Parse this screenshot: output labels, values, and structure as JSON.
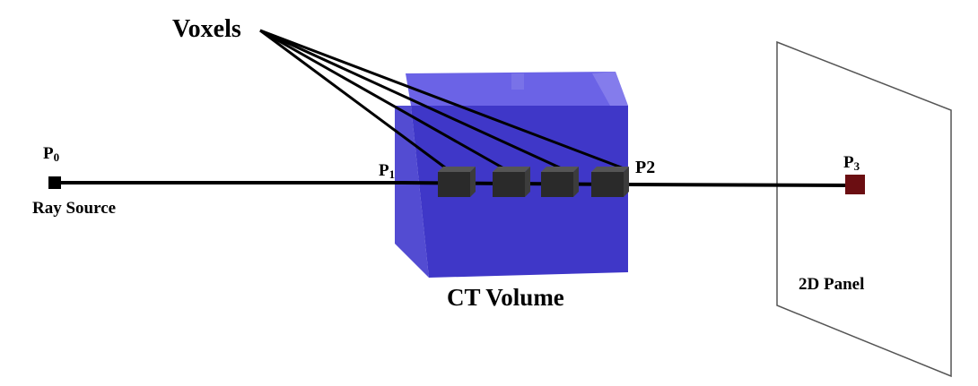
{
  "labels": {
    "voxels": "Voxels",
    "p0": "P",
    "p0_sub": "0",
    "ray_source": "Ray Source",
    "p1": "P",
    "p1_sub": "1",
    "p2": "P2",
    "p3": "P",
    "p3_sub": "3",
    "ct_volume": "CT Volume",
    "panel": "2D Panel"
  },
  "colors": {
    "ray": "#000000",
    "cube_front": "#3f37c8",
    "cube_side": "#5850d8",
    "cube_top": "#6b63e6",
    "voxel": "#2a2a2a",
    "source_marker": "#000000",
    "detector_marker": "#6b0e12",
    "panel_stroke": "#555555"
  },
  "voxel_count": 4
}
